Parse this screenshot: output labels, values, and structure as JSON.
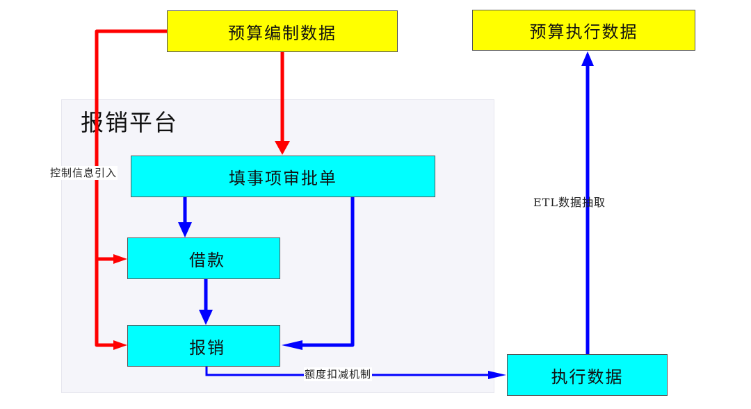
{
  "colors": {
    "box_yellow": "#ffff00",
    "box_cyan": "#00ffff",
    "control_flow": "#ff0000",
    "data_flow": "#0000ff",
    "platform_bg": "#f5f5fa"
  },
  "platform": {
    "title": "报销平台"
  },
  "nodes": {
    "budget_plan": "预算编制数据",
    "budget_exec": "预算执行数据",
    "approval_form": "填事项审批单",
    "loan": "借款",
    "reimbursement": "报销",
    "exec_data": "执行数据"
  },
  "edge_labels": {
    "control_import": "控制信息引入",
    "quota_deduction": "额度扣减机制",
    "etl_extract": "ETL数据抽取"
  },
  "edges": [
    {
      "from": "预算编制数据",
      "to": "填事项审批单",
      "color": "red"
    },
    {
      "from": "预算编制数据",
      "to": "借款",
      "color": "red",
      "label": "控制信息引入"
    },
    {
      "from": "预算编制数据",
      "to": "报销",
      "color": "red",
      "label": "控制信息引入"
    },
    {
      "from": "填事项审批单",
      "to": "借款",
      "color": "blue"
    },
    {
      "from": "借款",
      "to": "报销",
      "color": "blue"
    },
    {
      "from": "填事项审批单",
      "to": "报销",
      "color": "blue"
    },
    {
      "from": "报销",
      "to": "执行数据",
      "color": "blue",
      "label": "额度扣减机制"
    },
    {
      "from": "执行数据",
      "to": "预算执行数据",
      "color": "blue",
      "label": "ETL数据抽取"
    }
  ]
}
